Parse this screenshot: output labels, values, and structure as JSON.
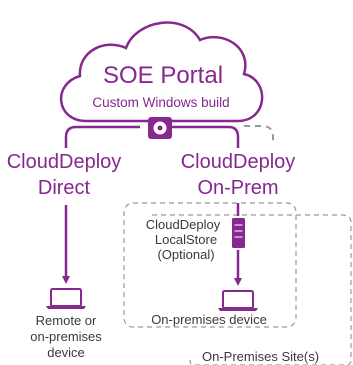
{
  "cloud": {
    "title": "SOE Portal",
    "subtitle": "Custom Windows build"
  },
  "routes": {
    "direct": {
      "line1": "CloudDeploy",
      "line2": "Direct"
    },
    "onprem": {
      "line1": "CloudDeploy",
      "line2": "On-Prem"
    }
  },
  "localstore": {
    "line1": "CloudDeploy",
    "line2": "LocalStore",
    "line3": "(Optional)"
  },
  "devices": {
    "remote": {
      "line1": "Remote or",
      "line2": "on-premises",
      "line3": "device"
    },
    "onprem": {
      "label": "On-premises device"
    }
  },
  "site": {
    "label": "On-Premises Site(s)"
  },
  "colors": {
    "accent": "#86288f",
    "dashed": "#9a9a9a",
    "text": "#3a3a3a"
  },
  "icons": [
    "cloud-icon",
    "disc-icon",
    "server-icon",
    "laptop-icon"
  ]
}
